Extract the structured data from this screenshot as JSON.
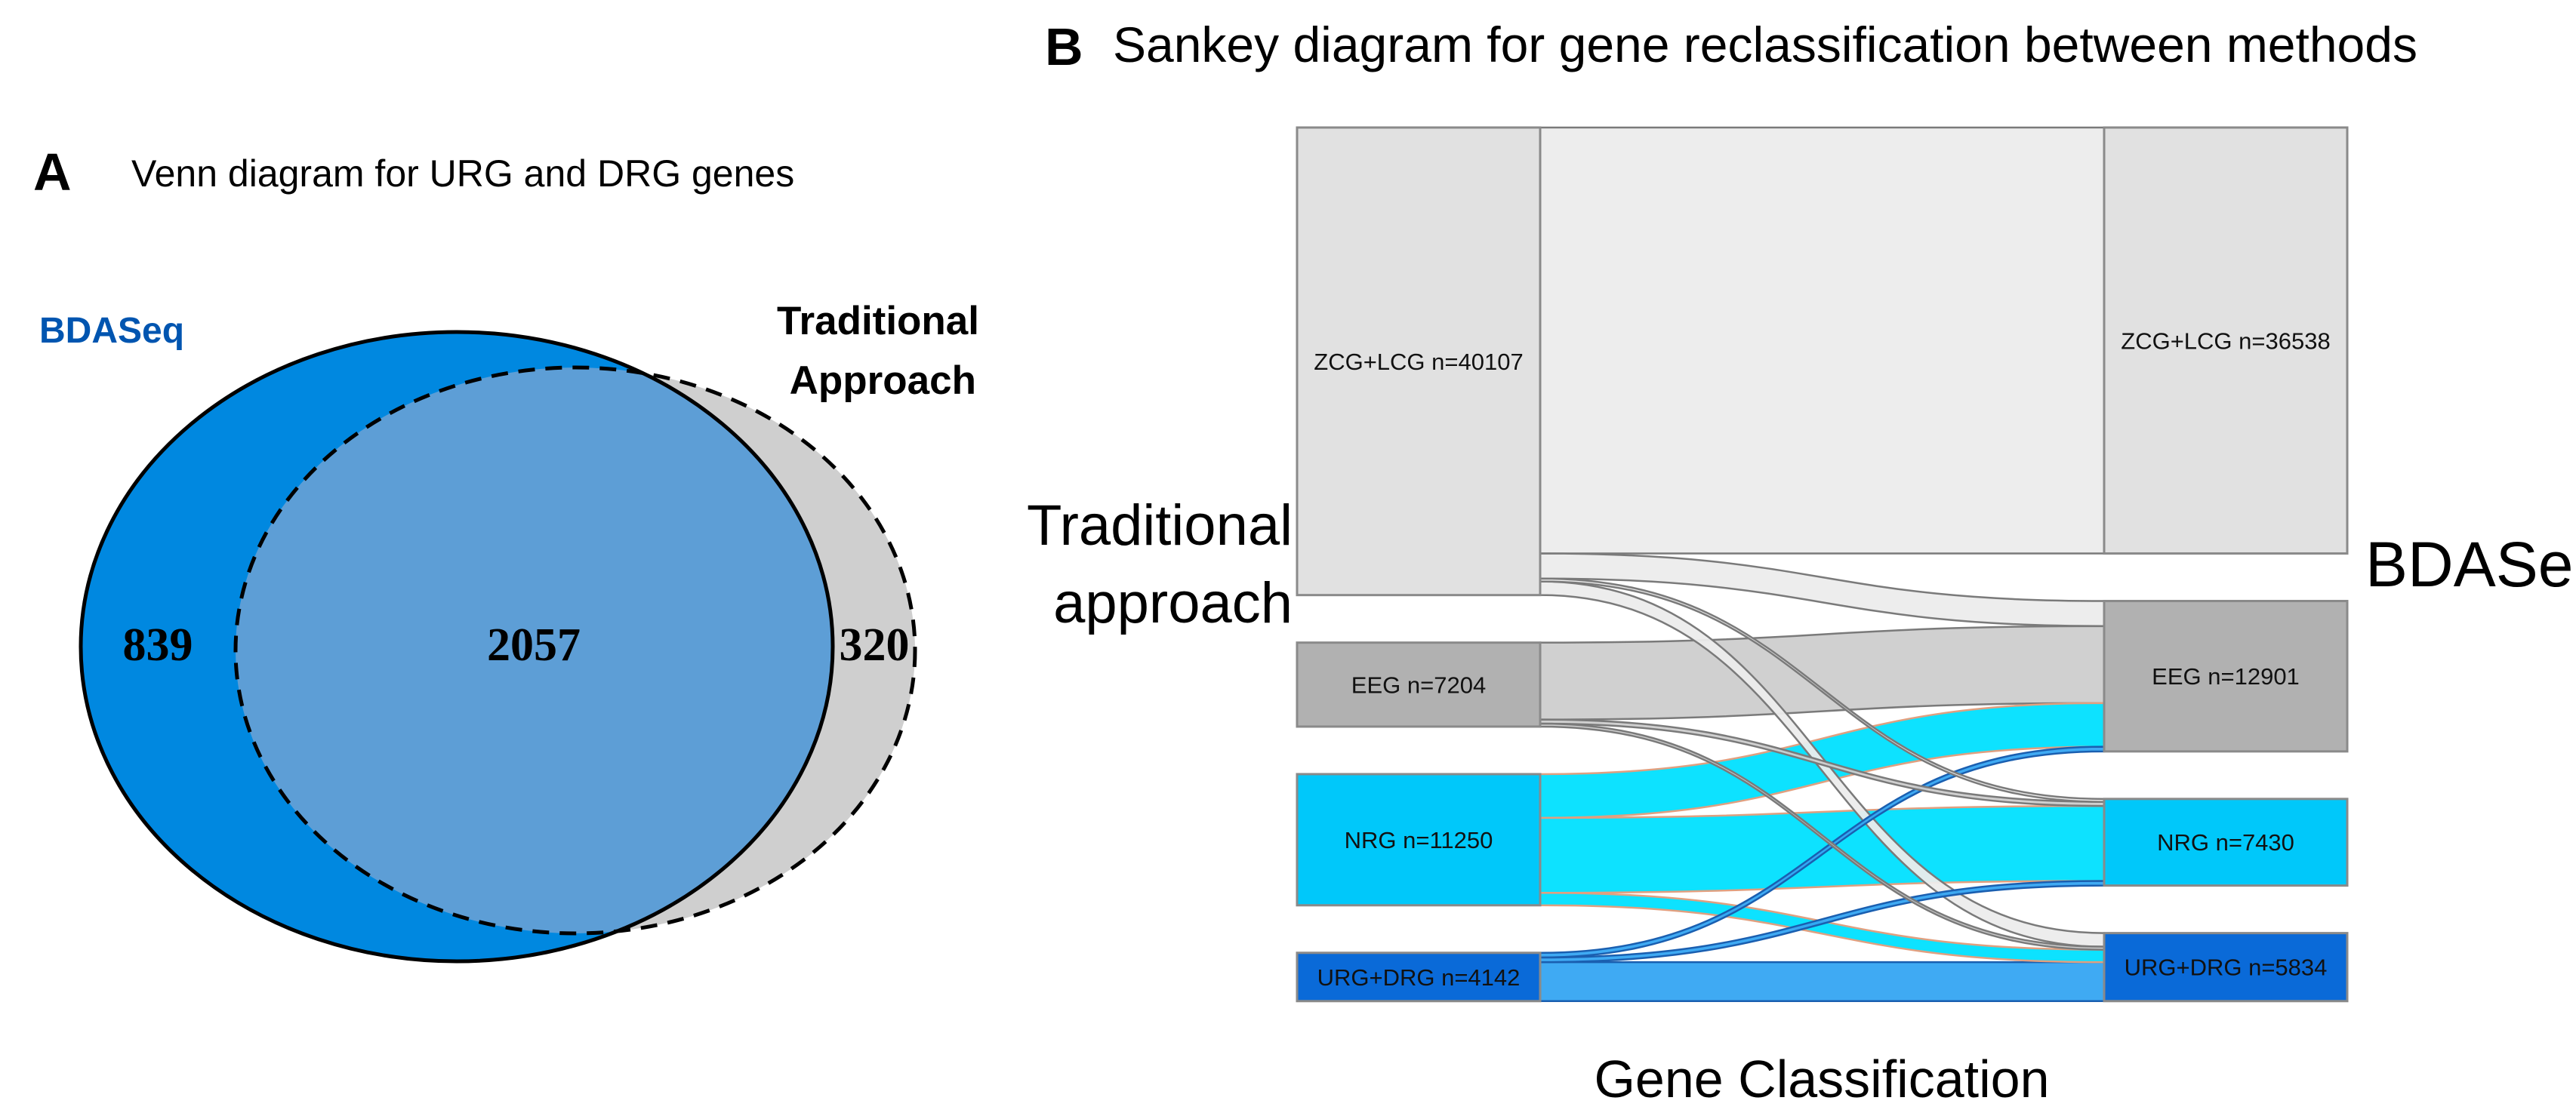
{
  "panel_a": {
    "letter": "A",
    "title": "Venn diagram for URG and DRG genes",
    "set_labels": {
      "bdaseq": "BDASeq",
      "traditional_line1": "Traditional",
      "traditional_line2": "Approach"
    },
    "colors": {
      "bdaseq_only": "#0088e0",
      "overlap": "#5d9ed6",
      "traditional_only": "#cfcfcf",
      "bdaseq_label": "#0055b0"
    }
  },
  "panel_b": {
    "letter": "B",
    "title": "Sankey diagram for gene reclassification between methods",
    "left_axis_line1": "Traditional",
    "left_axis_line2": "approach",
    "right_axis": "BDASeq",
    "x_label": "Gene Classification",
    "node_colors": {
      "ZCG+LCG": "#e1e1e1",
      "EEG": "#b1b1b1",
      "NRG": "#00c8fa",
      "URG+DRG": "#0a6ad8"
    },
    "flow_colors": {
      "ZCG+LCG": "#ececec",
      "EEG": "#cdcdcd",
      "NRG": "#00e0ff",
      "URG+DRG": "#35a5f2"
    }
  },
  "chart_data": [
    {
      "type": "venn",
      "title": "Venn diagram for URG and DRG genes",
      "sets": [
        "BDASeq",
        "Traditional Approach"
      ],
      "regions": [
        {
          "sets": [
            "BDASeq"
          ],
          "label": "839",
          "value": 839
        },
        {
          "sets": [
            "BDASeq",
            "Traditional Approach"
          ],
          "label": "2057",
          "value": 2057
        },
        {
          "sets": [
            "Traditional Approach"
          ],
          "label": "320",
          "value": 320
        }
      ]
    },
    {
      "type": "sankey",
      "title": "Sankey diagram for gene reclassification between methods",
      "xlabel": "Gene Classification",
      "left_axis": "Traditional approach",
      "right_axis": "BDASeq",
      "left_nodes": [
        {
          "name": "ZCG+LCG",
          "n": 40107,
          "label": "ZCG+LCG  n=40107"
        },
        {
          "name": "EEG",
          "n": 7204,
          "label": "EEG  n=7204"
        },
        {
          "name": "NRG",
          "n": 11250,
          "label": "NRG  n=11250"
        },
        {
          "name": "URG+DRG",
          "n": 4142,
          "label": "URG+DRG  n=4142"
        }
      ],
      "right_nodes": [
        {
          "name": "ZCG+LCG",
          "n": 36538,
          "label": "ZCG+LCG  n=36538"
        },
        {
          "name": "EEG",
          "n": 12901,
          "label": "EEG  n=12901"
        },
        {
          "name": "NRG",
          "n": 7430,
          "label": "NRG  n=7430"
        },
        {
          "name": "URG+DRG",
          "n": 5834,
          "label": "URG+DRG  n=5834"
        }
      ],
      "flows": [
        {
          "from": "ZCG+LCG",
          "to": "ZCG+LCG",
          "value": 36538
        },
        {
          "from": "ZCG+LCG",
          "to": "EEG",
          "value": 2150
        },
        {
          "from": "ZCG+LCG",
          "to": "NRG",
          "value": 250
        },
        {
          "from": "ZCG+LCG",
          "to": "URG+DRG",
          "value": 1169
        },
        {
          "from": "EEG",
          "to": "EEG",
          "value": 6600
        },
        {
          "from": "EEG",
          "to": "NRG",
          "value": 350
        },
        {
          "from": "EEG",
          "to": "URG+DRG",
          "value": 254
        },
        {
          "from": "NRG",
          "to": "EEG",
          "value": 3750
        },
        {
          "from": "NRG",
          "to": "NRG",
          "value": 6430
        },
        {
          "from": "NRG",
          "to": "URG+DRG",
          "value": 1070
        },
        {
          "from": "URG+DRG",
          "to": "EEG",
          "value": 401
        },
        {
          "from": "URG+DRG",
          "to": "NRG",
          "value": 400
        },
        {
          "from": "URG+DRG",
          "to": "URG+DRG",
          "value": 3341
        }
      ]
    }
  ]
}
